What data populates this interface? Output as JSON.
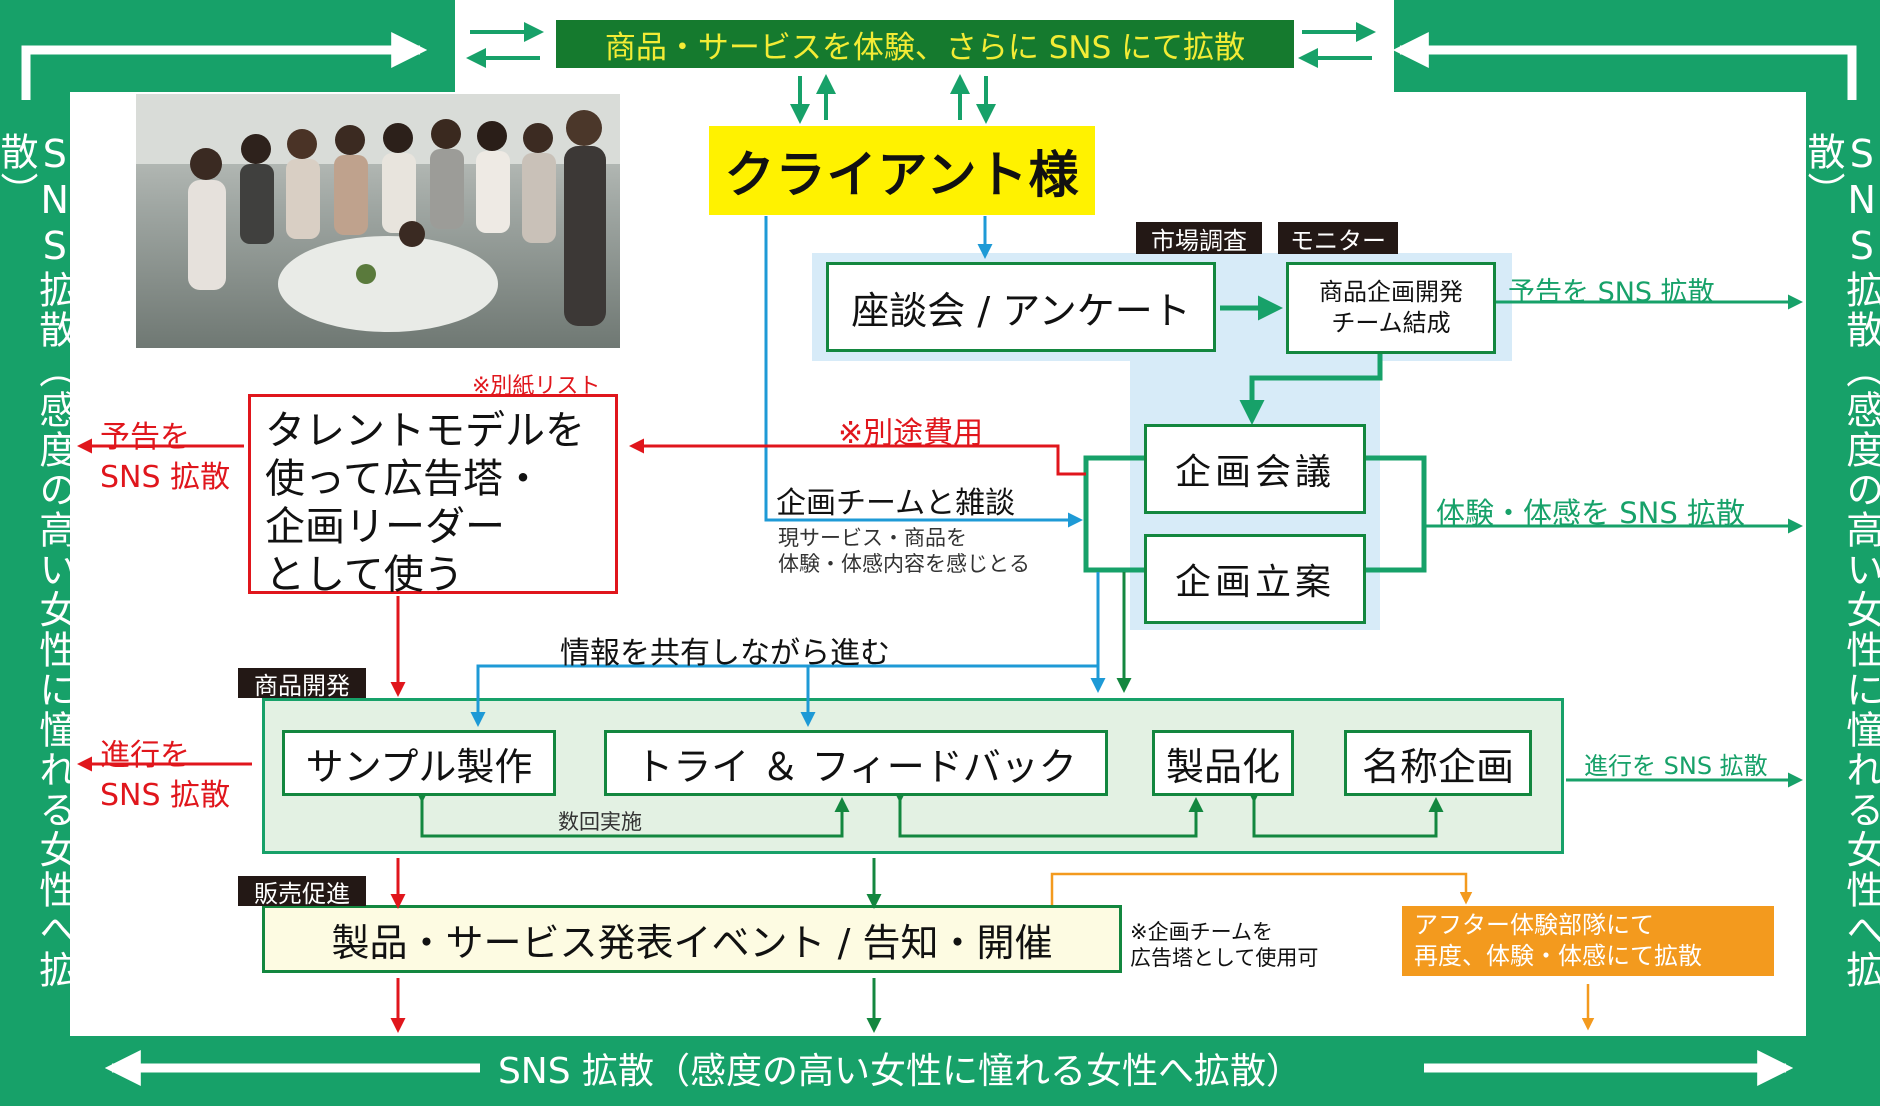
{
  "top_banner": "商品・サービスを体験、さらに SNS にて拡散",
  "bottom_banner": "SNS 拡散（感度の高い女性に憧れる女性へ拡散）",
  "side_vertical": "SNS拡散（感度の高い女性に憧れる女性へ拡散）",
  "client": "クライアント様",
  "photo": "",
  "tags": {
    "market_research": "市場調査",
    "monitor": "モニター",
    "product_dev": "商品開発",
    "sales_promo": "販売促進"
  },
  "boxes": {
    "survey": "座談会 / アンケート",
    "team_line1": "商品企画開発",
    "team_line2": "チーム結成",
    "meeting": "企画会議",
    "planning": "企画立案",
    "talent_line1": "タレントモデルを",
    "talent_line2": "使って広告塔・",
    "talent_line3": "企画リーダー",
    "talent_line4": "として使う",
    "sample": "サンプル製作",
    "trial": "トライ ＆ フィードバック",
    "productize": "製品化",
    "naming": "名称企画",
    "event": "製品・サービス発表イベント / 告知・開催",
    "after_line1": "アフター体験部隊にて",
    "after_line2": "再度、体験・体感にて拡散"
  },
  "labels": {
    "list_note": "※別紙リスト",
    "extra_cost": "※別途費用",
    "chat": "企画チームと雑談",
    "chat_sub1": "現サービス・商品を",
    "chat_sub2": "体験・体感内容を感じとる",
    "share": "情報を共有しながら進む",
    "repeat": "数回実施",
    "event_note1": "※企画チームを",
    "event_note2": "広告塔として使用可",
    "notice_sns": "予告を SNS 拡散",
    "experience_sns": "体験・体感を SNS 拡散",
    "progress_sns": "進行を SNS 拡散",
    "left_notice_1": "予告を",
    "left_notice_2": "SNS 拡散",
    "left_progress_1": "進行を",
    "left_progress_2": "SNS 拡散"
  },
  "colors": {
    "frame_green": "#17a169",
    "dark_green": "#157a2e",
    "yellow": "#fff200",
    "red": "#e0161c",
    "blue": "#1e9ad6",
    "orange": "#f39a1e",
    "light_blue": "#d7ebf8",
    "light_green": "#e3f1e3",
    "cream": "#fdfbe2"
  }
}
